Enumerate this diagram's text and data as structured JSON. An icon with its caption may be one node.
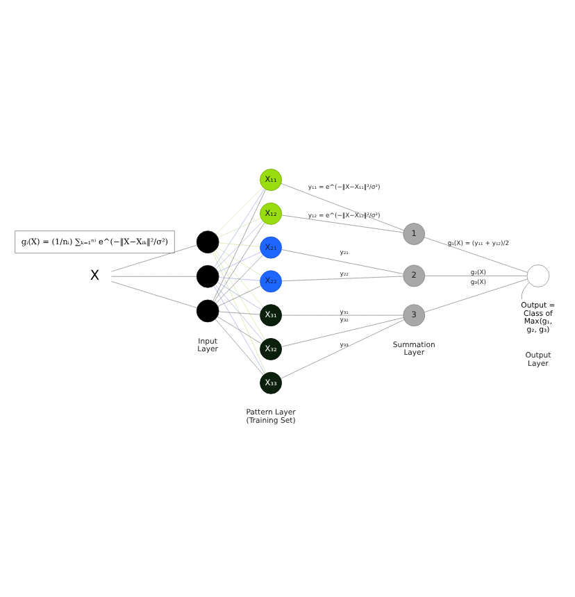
{
  "diagram": {
    "nodes": [
      {
        "text": [
          "gᵢ(X) = (1/nᵢ) ∑ₖ₌₁ⁿⁱ e^(−‖X−Xᵢₖ‖²/σ²)"
        ]
      },
      {
        "text": [
          "X"
        ]
      },
      {
        "text": [],
        "shape": "circle"
      },
      {
        "text": [],
        "shape": "circle"
      },
      {
        "text": [],
        "shape": "circle"
      },
      {
        "text": [
          "X₁₁"
        ]
      },
      {
        "text": [
          "X₁₂"
        ]
      },
      {
        "text": [
          "X₂₁"
        ]
      },
      {
        "text": [
          "X₂₂"
        ]
      },
      {
        "text": [
          "X₃₁"
        ]
      },
      {
        "text": [
          "X₃₂"
        ]
      },
      {
        "text": [
          "X₃₃"
        ]
      },
      {
        "text": [
          "1"
        ]
      },
      {
        "text": [
          "2"
        ]
      },
      {
        "text": [
          "3"
        ]
      },
      {
        "text": [],
        "shape": "circle"
      },
      {
        "text": [
          "Output = Class of Max(g₁, g₂, g₃)"
        ]
      }
    ],
    "edges": [
      {
        "from": 1,
        "to": 2,
        "arrow": "none"
      },
      {
        "from": 1,
        "to": 3,
        "arrow": "none"
      },
      {
        "from": 1,
        "to": 4,
        "arrow": "none"
      },
      {
        "from": 2,
        "to": 5,
        "arrow": "none",
        "color": "#cfe39a"
      },
      {
        "from": 2,
        "to": 6,
        "arrow": "none",
        "color": "#cfe39a"
      },
      {
        "from": 2,
        "to": 7,
        "arrow": "none",
        "color": "#cfe39a"
      },
      {
        "from": 2,
        "to": 8,
        "arrow": "none",
        "color": "#cfe39a"
      },
      {
        "from": 2,
        "to": 9,
        "arrow": "none",
        "color": "#cfe39a"
      },
      {
        "from": 2,
        "to": 10,
        "arrow": "none",
        "color": "#cfe39a"
      },
      {
        "from": 2,
        "to": 11,
        "arrow": "none",
        "color": "#cfe39a"
      },
      {
        "from": 3,
        "to": 5,
        "arrow": "none",
        "color": "#9fa9e6"
      },
      {
        "from": 3,
        "to": 6,
        "arrow": "none",
        "color": "#9fa9e6"
      },
      {
        "from": 3,
        "to": 7,
        "arrow": "none",
        "color": "#9fa9e6"
      },
      {
        "from": 3,
        "to": 8,
        "arrow": "none",
        "color": "#9fa9e6"
      },
      {
        "from": 3,
        "to": 9,
        "arrow": "none",
        "color": "#9fa9e6"
      },
      {
        "from": 3,
        "to": 10,
        "arrow": "none",
        "color": "#9fa9e6"
      },
      {
        "from": 3,
        "to": 11,
        "arrow": "none",
        "color": "#9fa9e6"
      },
      {
        "from": 4,
        "to": 5,
        "arrow": "none"
      },
      {
        "from": 4,
        "to": 6,
        "arrow": "none"
      },
      {
        "from": 4,
        "to": 7,
        "arrow": "none"
      },
      {
        "from": 4,
        "to": 8,
        "arrow": "none"
      },
      {
        "from": 4,
        "to": 9,
        "arrow": "none"
      },
      {
        "from": 4,
        "to": 10,
        "arrow": "none"
      },
      {
        "from": 4,
        "to": 11,
        "arrow": "none"
      },
      {
        "from": 5,
        "to": 12,
        "arrow": "none",
        "label": "y₁₁ = e^(−‖X−X₁₁‖²/σ²)"
      },
      {
        "from": 6,
        "to": 12,
        "arrow": "none",
        "label": "y₁₂ = e^(−‖X−X₁₂‖²/σ²)"
      },
      {
        "from": 7,
        "to": 13,
        "arrow": "none",
        "label": "y₂₁"
      },
      {
        "from": 8,
        "to": 13,
        "arrow": "none",
        "label": "y₂₂"
      },
      {
        "from": 9,
        "to": 14,
        "arrow": "none",
        "label": "y₃₁"
      },
      {
        "from": 10,
        "to": 14,
        "arrow": "none",
        "label": "y₃₂"
      },
      {
        "from": 11,
        "to": 14,
        "arrow": "none",
        "label": "y₃₃"
      },
      {
        "from": 12,
        "to": 15,
        "arrow": "none",
        "label": "g₁(X) = (y₁₁ + y₁₂)/2"
      },
      {
        "from": 13,
        "to": 15,
        "arrow": "none",
        "label": "g₂(X)"
      },
      {
        "from": 14,
        "to": 15,
        "arrow": "none",
        "label": "g₃(X)"
      },
      {
        "from": 15,
        "to": 16,
        "arrow": "none"
      }
    ],
    "labels": [
      "Input Layer",
      "Pattern Layer (Training Set)",
      "Summation Layer",
      "Output Layer"
    ]
  }
}
